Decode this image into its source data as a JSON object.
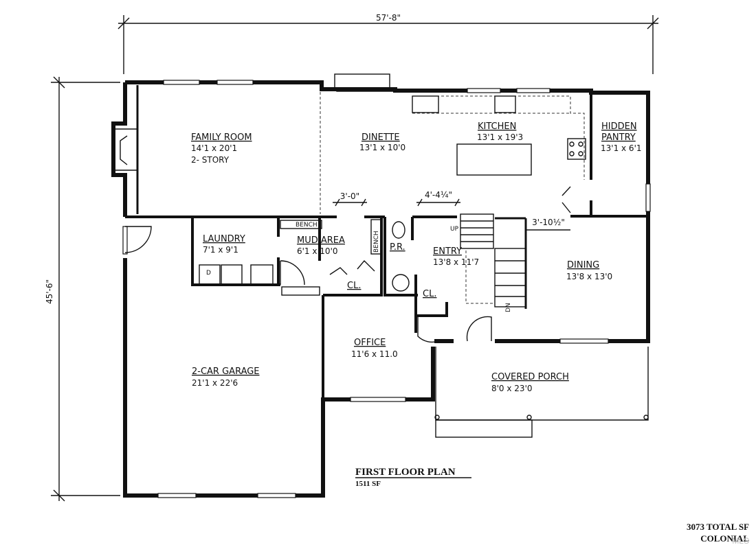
{
  "dimensions": {
    "overall_width": "57'-8\"",
    "overall_depth": "45'-6\"",
    "opening_1": "3'-0\"",
    "opening_2": "4'-4¼\"",
    "opening_3": "3'-10½\""
  },
  "rooms": {
    "family_room": {
      "name": "FAMILY ROOM",
      "size": "14'1 x 20'1",
      "note": "2- STORY"
    },
    "dinette": {
      "name": "DINETTE",
      "size": "13'1 x 10'0"
    },
    "kitchen": {
      "name": "KITCHEN",
      "size": "13'1 x 19'3"
    },
    "hidden_pantry": {
      "name_line1": "HIDDEN",
      "name_line2": "PANTRY",
      "size": "13'1 x 6'1"
    },
    "laundry": {
      "name": "LAUNDRY",
      "size": "7'1 x 9'1"
    },
    "mud_area": {
      "name": "MUD AREA",
      "size": "6'1 x 10'0"
    },
    "powder_room": {
      "name": "P.R."
    },
    "entry": {
      "name": "ENTRY",
      "size": "13'8 x 11'7"
    },
    "closet_1": {
      "name": "CL."
    },
    "closet_2": {
      "name": "CL."
    },
    "dining": {
      "name": "DINING",
      "size": "13'8 x 13'0"
    },
    "office": {
      "name": "OFFICE",
      "size": "11'6 x 11.0"
    },
    "garage": {
      "name": "2-CAR GARAGE",
      "size": "21'1 x 22'6"
    },
    "covered_porch": {
      "name": "COVERED PORCH",
      "size": "8'0 x 23'0"
    }
  },
  "labels": {
    "bench_1": "BENCH",
    "bench_2": "BENCH",
    "stairs_up": "UP",
    "stairs_down": "DN",
    "dryer": "D"
  },
  "plan_title": "FIRST FLOOR PLAN",
  "plan_sf": "1511 SF",
  "total_sf": "3073 TOTAL SF",
  "style": "COLONIAL",
  "watermark": "MLS"
}
